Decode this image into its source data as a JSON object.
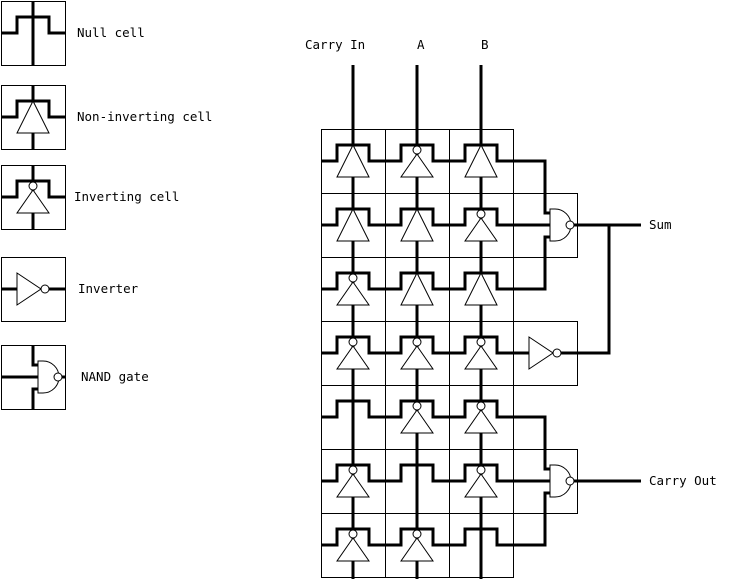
{
  "legend": [
    {
      "type": "null",
      "label": "Null cell"
    },
    {
      "type": "noninv",
      "label": "Non-inverting cell"
    },
    {
      "type": "inv",
      "label": "Inverting cell"
    },
    {
      "type": "inverter",
      "label": "Inverter"
    },
    {
      "type": "nand",
      "label": "NAND gate"
    }
  ],
  "inputs": [
    {
      "name": "carry-in",
      "label": "Carry In"
    },
    {
      "name": "a",
      "label": "A"
    },
    {
      "name": "b",
      "label": "B"
    }
  ],
  "outputs": [
    {
      "name": "sum",
      "label": "Sum"
    },
    {
      "name": "carry-out",
      "label": "Carry Out"
    }
  ],
  "grid": [
    [
      "noninv",
      "inv",
      "noninv"
    ],
    [
      "noninv",
      "noninv",
      "inv"
    ],
    [
      "inv",
      "noninv",
      "noninv"
    ],
    [
      "inv",
      "inv",
      "inv"
    ],
    [
      "null",
      "inv",
      "inv"
    ],
    [
      "inv",
      "null",
      "inv"
    ],
    [
      "inv",
      "inv",
      "null"
    ]
  ],
  "extra_cells": [
    {
      "row": 1,
      "type": "nand",
      "output": "sum"
    },
    {
      "row": 3,
      "type": "inverter",
      "output": "sum"
    },
    {
      "row": 5,
      "type": "nand",
      "output": "carry-out"
    }
  ]
}
